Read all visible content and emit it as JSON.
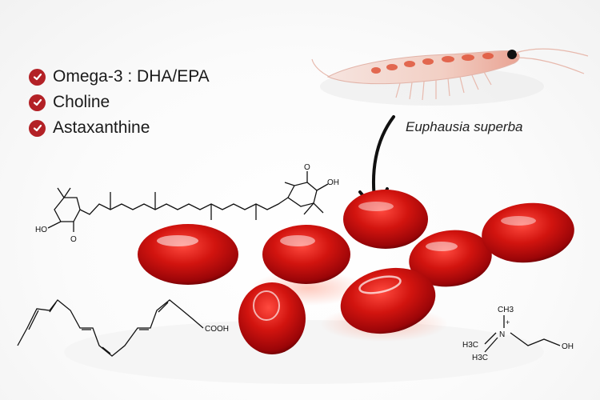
{
  "benefits": [
    {
      "label": "Omega-3 : DHA/EPA",
      "icon": "check-circle-icon"
    },
    {
      "label": "Choline",
      "icon": "check-circle-icon"
    },
    {
      "label": "Astaxanthine",
      "icon": "check-circle-icon"
    }
  ],
  "species_label": "Euphausia superba",
  "colors": {
    "check_red": "#b32126",
    "capsule_red": "#c40b12",
    "text": "#1a1a1a"
  },
  "molecules": {
    "astaxanthin": {
      "labels": [
        "O",
        "OH",
        "HO",
        "O"
      ]
    },
    "fatty_acid": {
      "labels": [
        "COOH"
      ]
    },
    "choline": {
      "labels": [
        "CH3",
        "+",
        "N",
        "OH",
        "H3C",
        "H3C"
      ]
    }
  }
}
